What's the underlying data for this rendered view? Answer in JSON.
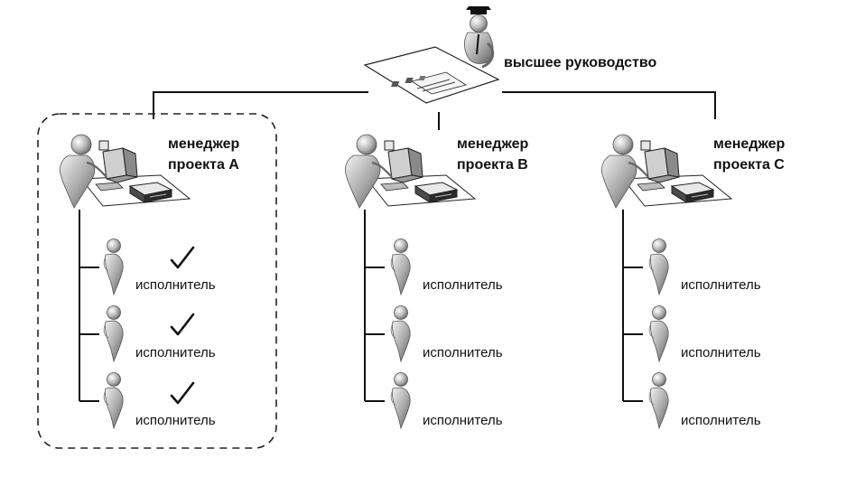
{
  "top_management": {
    "label": "высшее руководство"
  },
  "teams": [
    {
      "manager_line1": "менеджер",
      "manager_line2": "проекта A",
      "highlighted": true,
      "executors": [
        {
          "label": "исполнитель",
          "checked": true
        },
        {
          "label": "исполнитель",
          "checked": true
        },
        {
          "label": "исполнитель",
          "checked": true
        }
      ]
    },
    {
      "manager_line1": "менеджер",
      "manager_line2": "проекта B",
      "highlighted": false,
      "executors": [
        {
          "label": "исполнитель",
          "checked": false
        },
        {
          "label": "исполнитель",
          "checked": false
        },
        {
          "label": "исполнитель",
          "checked": false
        }
      ]
    },
    {
      "manager_line1": "менеджер",
      "manager_line2": "проекта C",
      "highlighted": false,
      "executors": [
        {
          "label": "исполнитель",
          "checked": false
        },
        {
          "label": "исполнитель",
          "checked": false
        },
        {
          "label": "исполнитель",
          "checked": false
        }
      ]
    }
  ]
}
